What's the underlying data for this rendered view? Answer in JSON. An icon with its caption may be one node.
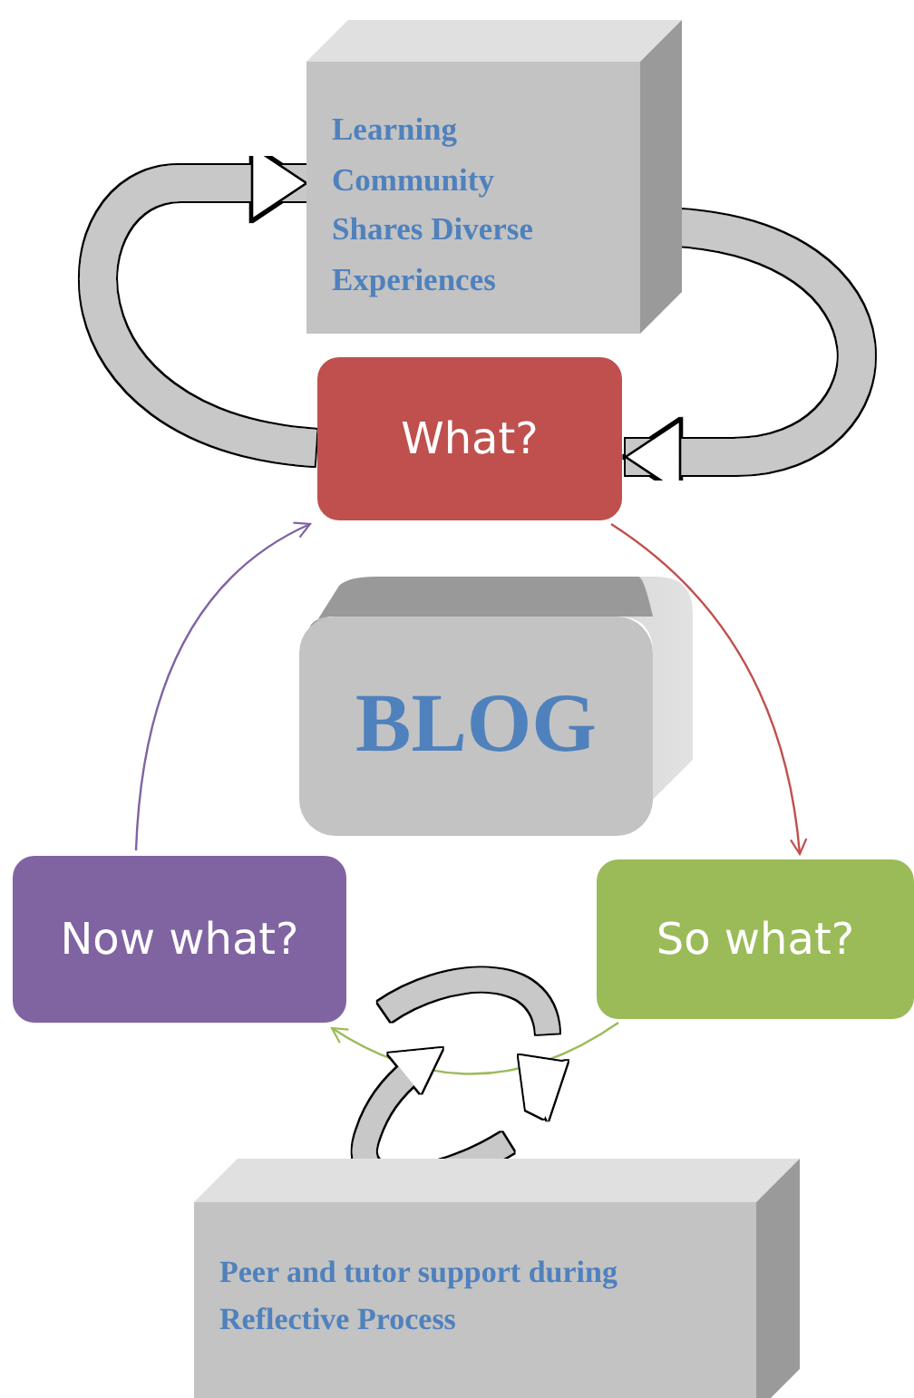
{
  "diagram": {
    "nodes": [
      {
        "text": [
          "Learning Community Shares Diverse Experiences"
        ]
      },
      {
        "text": [
          "What?"
        ]
      },
      {
        "text": [
          "BLOG"
        ]
      },
      {
        "text": [
          "Now what?"
        ]
      },
      {
        "text": [
          "So what?"
        ]
      },
      {
        "text": [
          "Peer and tutor support during Reflective Process"
        ]
      }
    ],
    "edges": [
      {
        "from": 1,
        "to": 0,
        "arrow": "to",
        "style": "thick"
      },
      {
        "from": 0,
        "to": 1,
        "arrow": "to",
        "style": "thick"
      },
      {
        "from": 1,
        "to": 4,
        "arrow": "to",
        "color": "#c0504d"
      },
      {
        "from": 4,
        "to": 3,
        "arrow": "to",
        "color": "#9bbb59"
      },
      {
        "from": 3,
        "to": 1,
        "arrow": "to",
        "color": "#8064a2"
      }
    ]
  }
}
